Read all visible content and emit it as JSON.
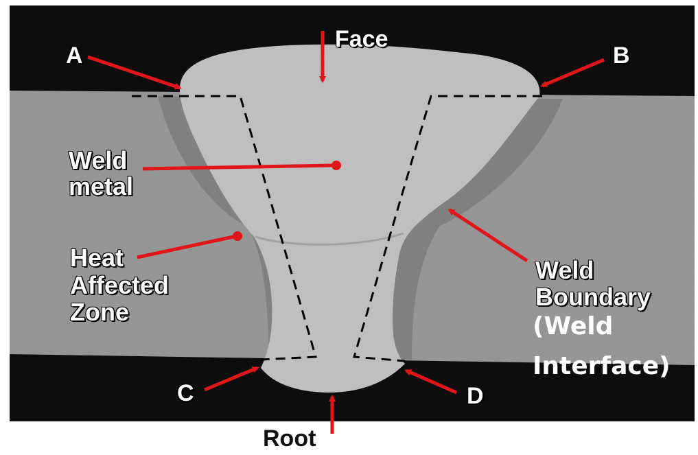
{
  "labels": {
    "face": "Face",
    "a": "A",
    "b": "B",
    "c": "C",
    "d": "D",
    "weld_metal_line1": "Weld",
    "weld_metal_line2": "metal",
    "haz_line1": "Heat",
    "haz_line2": "Affected",
    "haz_line3": "Zone",
    "weld_boundary_line1": "Weld",
    "weld_boundary_line2": "Boundary",
    "weld_interface_line1": "(Weld",
    "weld_interface_line2": "Interface)",
    "root": "Root"
  },
  "colors": {
    "background": "#ffffff",
    "dark_field": "#0d0d0d",
    "base_metal": "#9a9a9a",
    "weld_metal": "#c4c4c4",
    "haz": "#7e7e7e",
    "arrow": "#e0161b",
    "dashed_outline": "#000000",
    "label_white": "#ffffff",
    "label_dark": "#111111"
  }
}
